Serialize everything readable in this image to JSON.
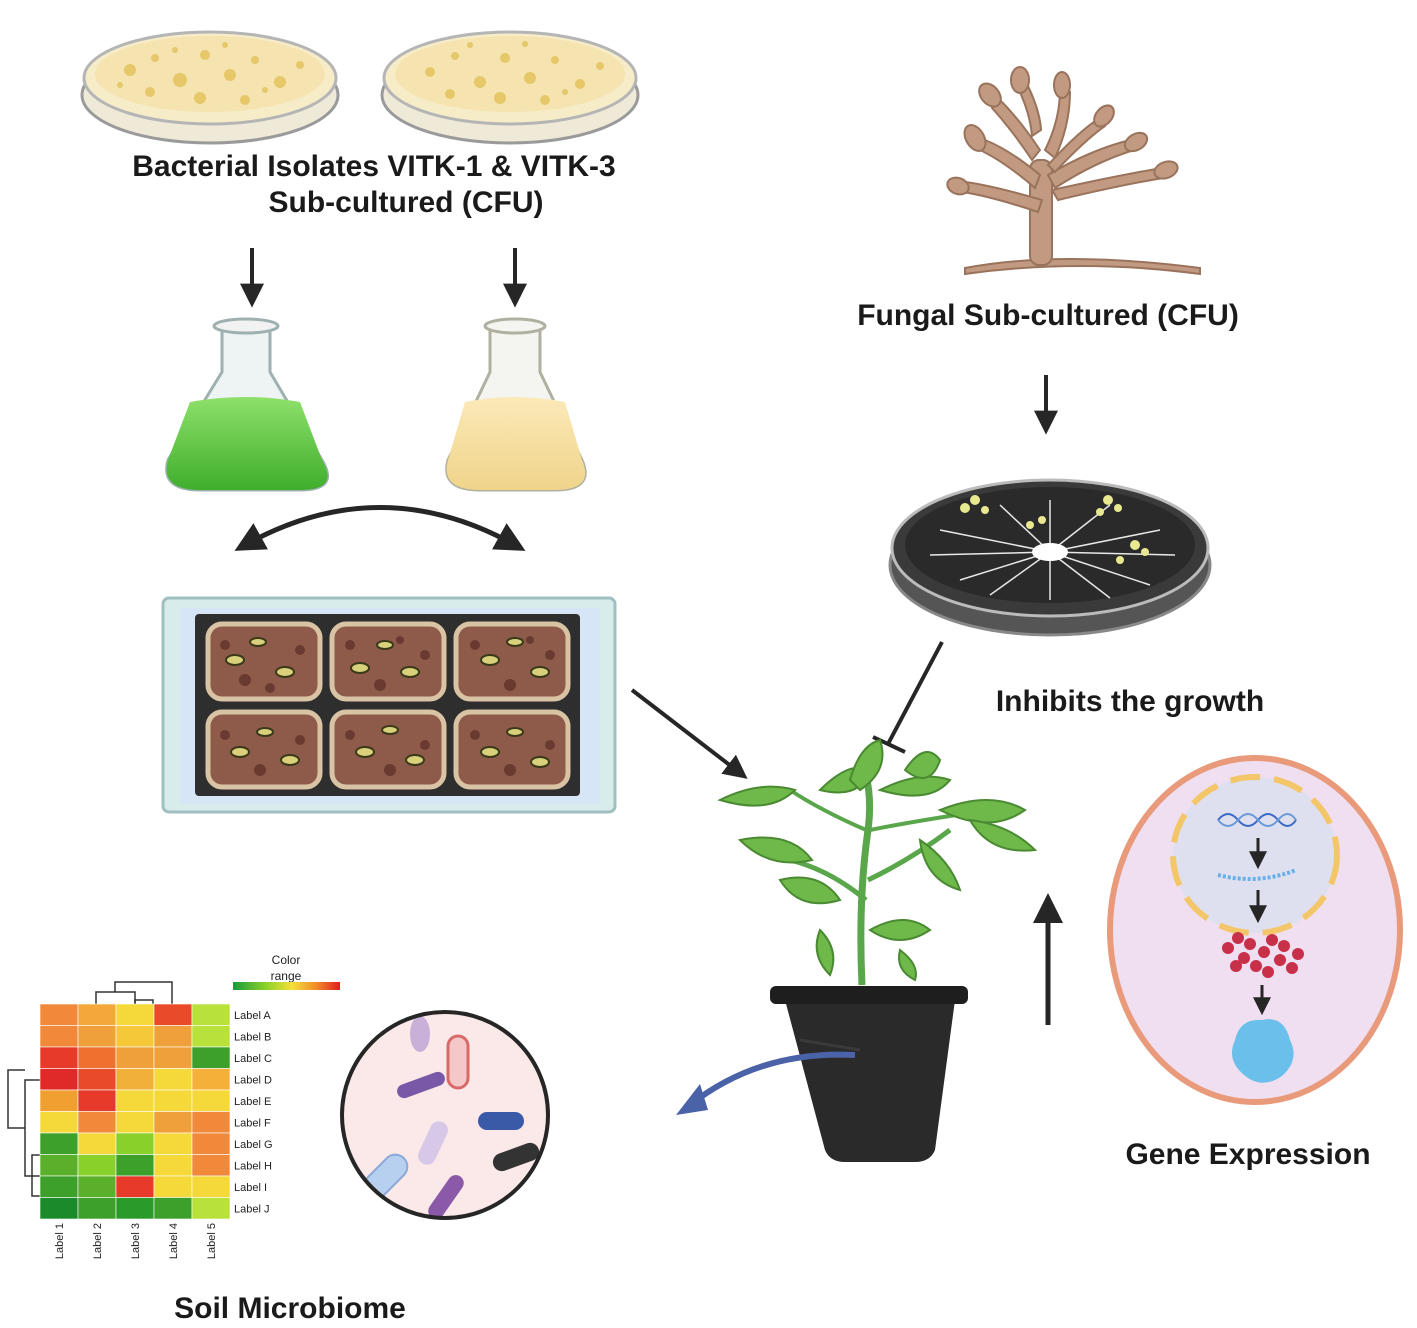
{
  "labels": {
    "bacterial_line1": "Bacterial Isolates VITK-1 & VITK-3",
    "bacterial_line2": "Sub-cultured (CFU)",
    "fungal": "Fungal Sub-cultured (CFU)",
    "inhibits": "Inhibits the growth",
    "gene_expression": "Gene Expression",
    "soil_microbiome": "Soil Microbiome"
  },
  "heatmap": {
    "legend_title_1": "Color",
    "legend_title_2": "range",
    "legend_colors": [
      "#1a9a3a",
      "#8ad02a",
      "#f5e03a",
      "#f08a2a",
      "#e02020"
    ],
    "row_labels": [
      "Label A",
      "Label B",
      "Label C",
      "Label D",
      "Label E",
      "Label F",
      "Label G",
      "Label H",
      "Label I",
      "Label J"
    ],
    "col_labels": [
      "Label 1",
      "Label 2",
      "Label 3",
      "Label 4",
      "Label 5"
    ],
    "cells": [
      [
        "#f08a3a",
        "#f5a83a",
        "#f5d83a",
        "#e84a2a",
        "#b8e23a"
      ],
      [
        "#f08a3a",
        "#f0a03a",
        "#f5c83a",
        "#f0a03a",
        "#b8e23a"
      ],
      [
        "#e83a2a",
        "#f07030",
        "#f0a03a",
        "#f0a03a",
        "#3ca02a"
      ],
      [
        "#e02a2a",
        "#e84a2a",
        "#f0b03a",
        "#f5d83a",
        "#f5b03a"
      ],
      [
        "#f0a030",
        "#e83a2a",
        "#f5d83a",
        "#f5d83a",
        "#f5d83a"
      ],
      [
        "#f5d83a",
        "#f08a3a",
        "#f5d83a",
        "#f0a03a",
        "#f08a3a"
      ],
      [
        "#3ca02a",
        "#f5d83a",
        "#8ad02a",
        "#f5d83a",
        "#f08a3a"
      ],
      [
        "#5ab02a",
        "#8ad02a",
        "#3ca02a",
        "#f5d83a",
        "#f08a3a"
      ],
      [
        "#3ca02a",
        "#5ab02a",
        "#e83a2a",
        "#f5d83a",
        "#f5d83a"
      ],
      [
        "#1a8a2a",
        "#3ca02a",
        "#2a9a2a",
        "#3ca02a",
        "#b8e23a"
      ]
    ]
  },
  "colors": {
    "arrow": "#262626",
    "inhibit_line": "#262626",
    "curved_arrow_blue": "#4a62a8"
  }
}
